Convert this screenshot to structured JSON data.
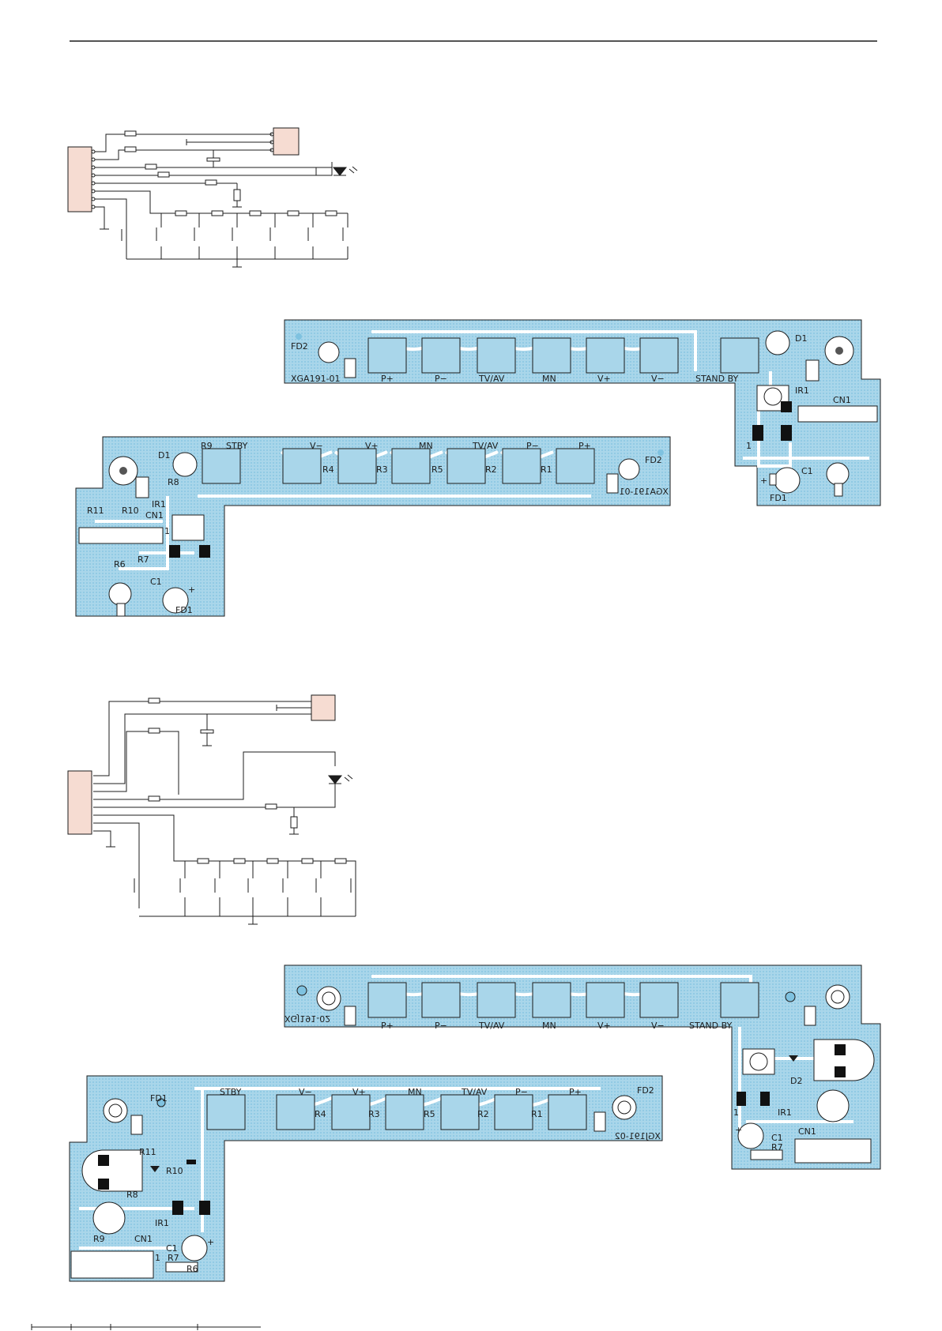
{
  "colors": {
    "board": "#a9d6ea",
    "board_dark": "#7fc2e0",
    "trace": "#ffffff",
    "ink": "#1c1c1c",
    "connector_fill": "#f6dcd2",
    "pad": "#111111",
    "paper": "#ffffff"
  },
  "top_board": {
    "code": "XGA191-01",
    "upper": {
      "buttons": [
        "P+",
        "P−",
        "TV/AV",
        "MN",
        "V+",
        "V−",
        "STAND BY"
      ],
      "labels": {
        "fd2": "FD2",
        "d1": "D1",
        "ir1": "IR1",
        "cn1": "CN1",
        "c1": "C1",
        "fd1": "FD1",
        "pin1": "1",
        "plus": "+"
      }
    },
    "lower": {
      "buttons": [
        "STBY",
        "V−",
        "V+",
        "MN",
        "TV/AV",
        "P−",
        "P+"
      ],
      "resistors": [
        "R9",
        "R4",
        "R3",
        "R5",
        "R2",
        "R1",
        "R8",
        "R11",
        "R10",
        "R6",
        "R7"
      ],
      "labels": {
        "d1": "D1",
        "fd2": "FD2",
        "ir1": "IR1",
        "cn1": "CN1",
        "c1": "C1",
        "fd1": "FD1",
        "pin1": "1",
        "plus": "+",
        "code_mirrored": "XGA191-01"
      }
    }
  },
  "bottom_board": {
    "code": "XGJ191-02",
    "upper": {
      "buttons": [
        "P+",
        "P−",
        "TV/AV",
        "MN",
        "V+",
        "V−",
        "STAND BY"
      ],
      "labels": {
        "d2": "D2",
        "ir1": "IR1",
        "cn1": "CN1",
        "c1": "C1",
        "r7": "R7",
        "pin1": "1",
        "plus": "+",
        "code_mirrored": "XGJ191-02"
      }
    },
    "lower": {
      "buttons": [
        "STBY",
        "V−",
        "V+",
        "MN",
        "TV/AV",
        "P−",
        "P+"
      ],
      "resistors": [
        "R4",
        "R3",
        "R5",
        "R2",
        "R1",
        "R11",
        "R10",
        "R8",
        "R9",
        "R7",
        "R6"
      ],
      "labels": {
        "fd1": "FD1",
        "fd2": "FD2",
        "ir1": "IR1",
        "cn1": "CN1",
        "c1": "C1",
        "pin1": "1",
        "plus": "+",
        "code_mirrored": "XGJ191-02"
      }
    }
  }
}
